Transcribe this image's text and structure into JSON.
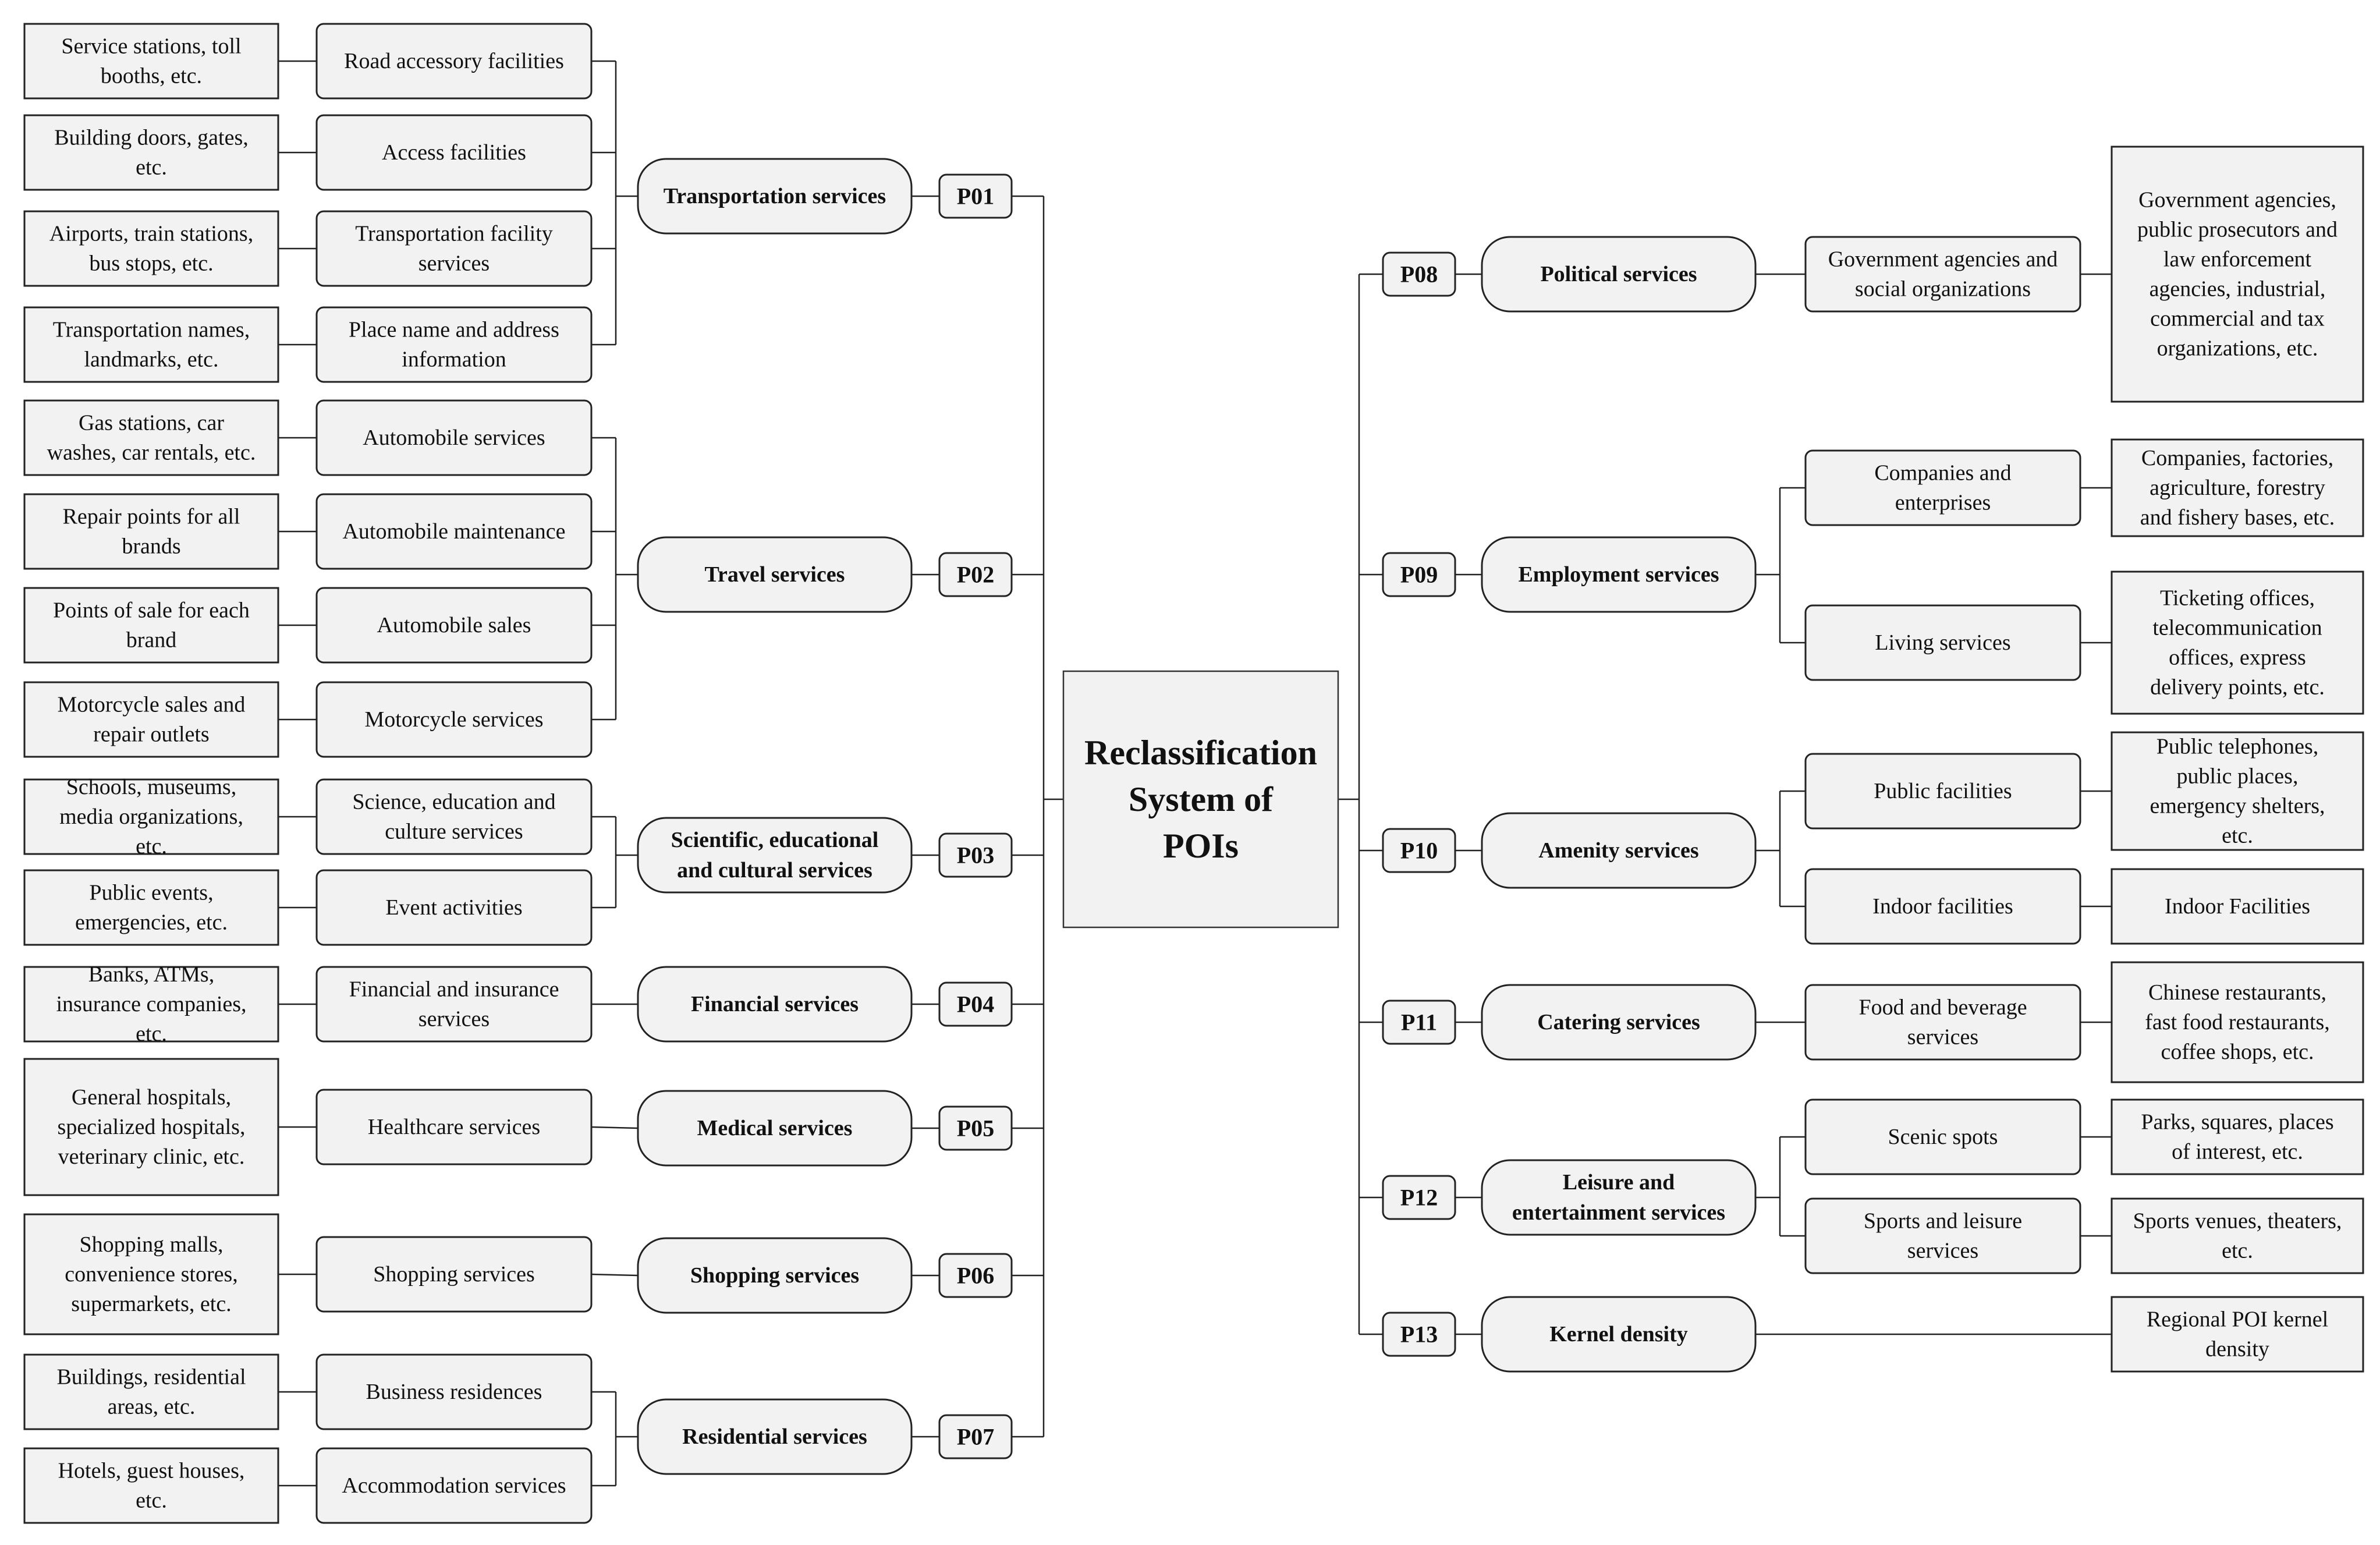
{
  "center": {
    "lines": [
      "Reclassification",
      "System of",
      "POIs"
    ]
  },
  "left": [
    {
      "code": "P01",
      "category": [
        "Transportation services"
      ],
      "subs": [
        {
          "label": [
            "Road accessory facilities"
          ],
          "example": [
            "Service stations, toll",
            "booths, etc."
          ]
        },
        {
          "label": [
            "Access facilities"
          ],
          "example": [
            "Building doors, gates,",
            "etc."
          ]
        },
        {
          "label": [
            "Transportation facility",
            "services"
          ],
          "example": [
            "Airports, train stations,",
            "bus stops, etc."
          ]
        },
        {
          "label": [
            "Place name and address",
            "information"
          ],
          "example": [
            "Transportation names,",
            "landmarks, etc."
          ]
        }
      ]
    },
    {
      "code": "P02",
      "category": [
        "Travel services"
      ],
      "subs": [
        {
          "label": [
            "Automobile services"
          ],
          "example": [
            "Gas stations, car",
            "washes, car rentals, etc."
          ]
        },
        {
          "label": [
            "Automobile maintenance"
          ],
          "example": [
            "Repair points for all",
            "brands"
          ]
        },
        {
          "label": [
            "Automobile sales"
          ],
          "example": [
            "Points of sale for each",
            "brand"
          ]
        },
        {
          "label": [
            "Motorcycle services"
          ],
          "example": [
            "Motorcycle sales and",
            "repair outlets"
          ]
        }
      ]
    },
    {
      "code": "P03",
      "category": [
        "Scientific, educational",
        "and cultural services"
      ],
      "subs": [
        {
          "label": [
            "Science, education and",
            "culture services"
          ],
          "example": [
            "Schools, museums,",
            "media organizations,",
            "etc."
          ]
        },
        {
          "label": [
            "Event activities"
          ],
          "example": [
            "Public events,",
            "emergencies, etc."
          ]
        }
      ]
    },
    {
      "code": "P04",
      "category": [
        "Financial services"
      ],
      "subs": [
        {
          "label": [
            "Financial and insurance",
            "services"
          ],
          "example": [
            "Banks, ATMs,",
            "insurance companies,",
            "etc."
          ]
        }
      ]
    },
    {
      "code": "P05",
      "category": [
        "Medical services"
      ],
      "subs": [
        {
          "label": [
            "Healthcare services"
          ],
          "example": [
            "General hospitals,",
            "specialized hospitals,",
            "veterinary clinic, etc."
          ]
        }
      ]
    },
    {
      "code": "P06",
      "category": [
        "Shopping services"
      ],
      "subs": [
        {
          "label": [
            "Shopping services"
          ],
          "example": [
            "Shopping malls,",
            "convenience stores,",
            "supermarkets, etc."
          ]
        }
      ]
    },
    {
      "code": "P07",
      "category": [
        "Residential services"
      ],
      "subs": [
        {
          "label": [
            "Business residences"
          ],
          "example": [
            "Buildings, residential",
            "areas, etc."
          ]
        },
        {
          "label": [
            "Accommodation services"
          ],
          "example": [
            "Hotels, guest houses,",
            "etc."
          ]
        }
      ]
    }
  ],
  "right": [
    {
      "code": "P08",
      "category": [
        "Political services"
      ],
      "subs": [
        {
          "label": [
            "Government agencies and",
            "social organizations"
          ],
          "example": [
            "Government agencies,",
            "public prosecutors and",
            "law enforcement",
            "agencies, industrial,",
            "commercial and tax",
            "organizations, etc."
          ]
        }
      ]
    },
    {
      "code": "P09",
      "category": [
        "Employment services"
      ],
      "subs": [
        {
          "label": [
            "Companies and",
            "enterprises"
          ],
          "example": [
            "Companies, factories,",
            "agriculture, forestry",
            "and fishery bases, etc."
          ]
        },
        {
          "label": [
            "Living services"
          ],
          "example": [
            "Ticketing offices,",
            "telecommunication",
            "offices, express",
            "delivery points, etc."
          ]
        }
      ]
    },
    {
      "code": "P10",
      "category": [
        "Amenity services"
      ],
      "subs": [
        {
          "label": [
            "Public facilities"
          ],
          "example": [
            "Public telephones,",
            "public places,",
            "emergency shelters,",
            "etc."
          ]
        },
        {
          "label": [
            "Indoor facilities"
          ],
          "example": [
            "Indoor Facilities"
          ]
        }
      ]
    },
    {
      "code": "P11",
      "category": [
        "Catering services"
      ],
      "subs": [
        {
          "label": [
            "Food and beverage",
            "services"
          ],
          "example": [
            "Chinese restaurants,",
            "fast food restaurants,",
            "coffee shops, etc."
          ]
        }
      ]
    },
    {
      "code": "P12",
      "category": [
        "Leisure and",
        "entertainment services"
      ],
      "subs": [
        {
          "label": [
            "Scenic spots"
          ],
          "example": [
            "Parks, squares, places",
            "of interest, etc."
          ]
        },
        {
          "label": [
            "Sports and leisure",
            "services"
          ],
          "example": [
            "Sports venues, theaters,",
            "etc."
          ]
        }
      ]
    },
    {
      "code": "P13",
      "category": [
        "Kernel density"
      ],
      "subs": [
        {
          "label": [],
          "example": [
            "Regional POI kernel",
            "density"
          ]
        }
      ]
    }
  ]
}
